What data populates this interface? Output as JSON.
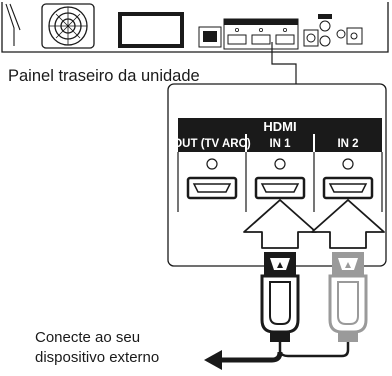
{
  "caption": "Painel traseiro da unidade",
  "panel": {
    "group_title": "HDMI",
    "ports": [
      {
        "label": "OUT (TV ARC)"
      },
      {
        "label": "IN 1"
      },
      {
        "label": "IN 2"
      }
    ]
  },
  "instruction": {
    "line1": "Conecte ao seu",
    "line2": "dispositivo externo"
  },
  "colors": {
    "line": "#1a1a1a",
    "hdmi_header": "#1a1a1a",
    "cable_black": "#1a1a1a",
    "cable_gray": "#9a9a9a",
    "background": "#ffffff"
  },
  "icons": [
    "fan-icon",
    "hdmi-port-icon",
    "up-arrow-icon",
    "hdmi-plug-icon",
    "left-arrow-icon"
  ]
}
